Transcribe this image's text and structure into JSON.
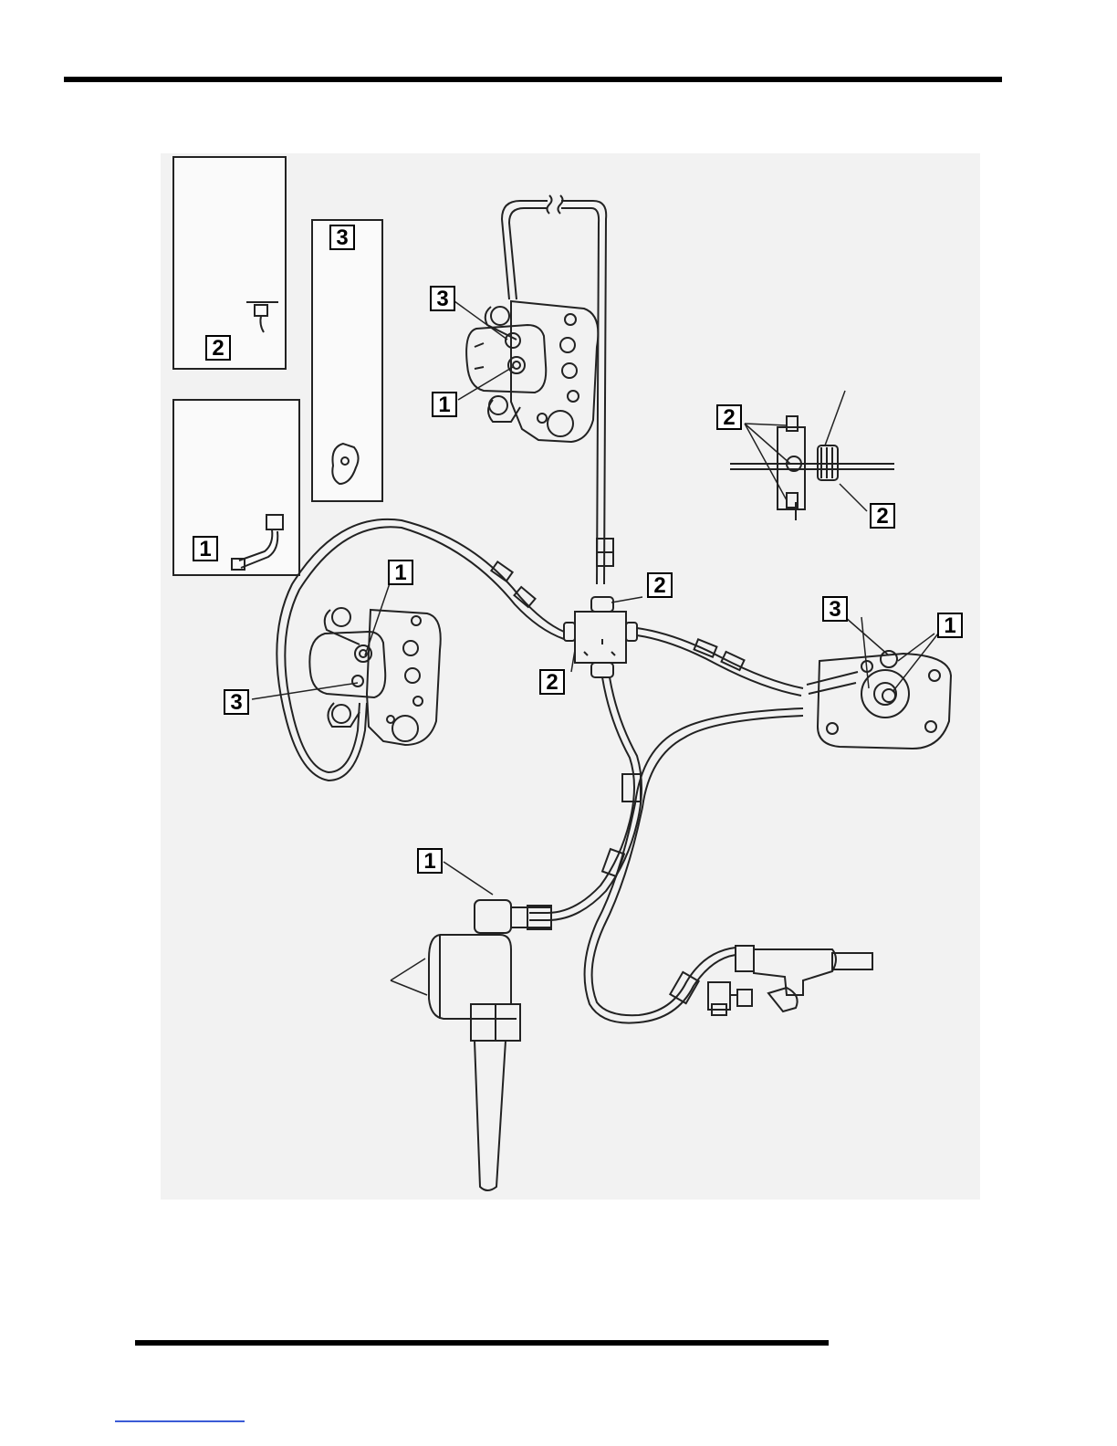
{
  "callouts": {
    "inset2": "2",
    "inset3": "3",
    "inset1": "1",
    "top_caliper_a": "3",
    "top_caliper_b": "1",
    "left_caliper_a": "1",
    "left_caliper_b": "3",
    "junction_top": "2",
    "junction_bottom": "2",
    "fitting_top": "2",
    "fitting_bottom": "2",
    "right_caliper_a": "3",
    "right_caliper_b": "1",
    "master_cylinder": "1"
  },
  "colors": {
    "line": "#222222",
    "fill": "#f2f2f2",
    "label_bg": "#ffffff"
  }
}
